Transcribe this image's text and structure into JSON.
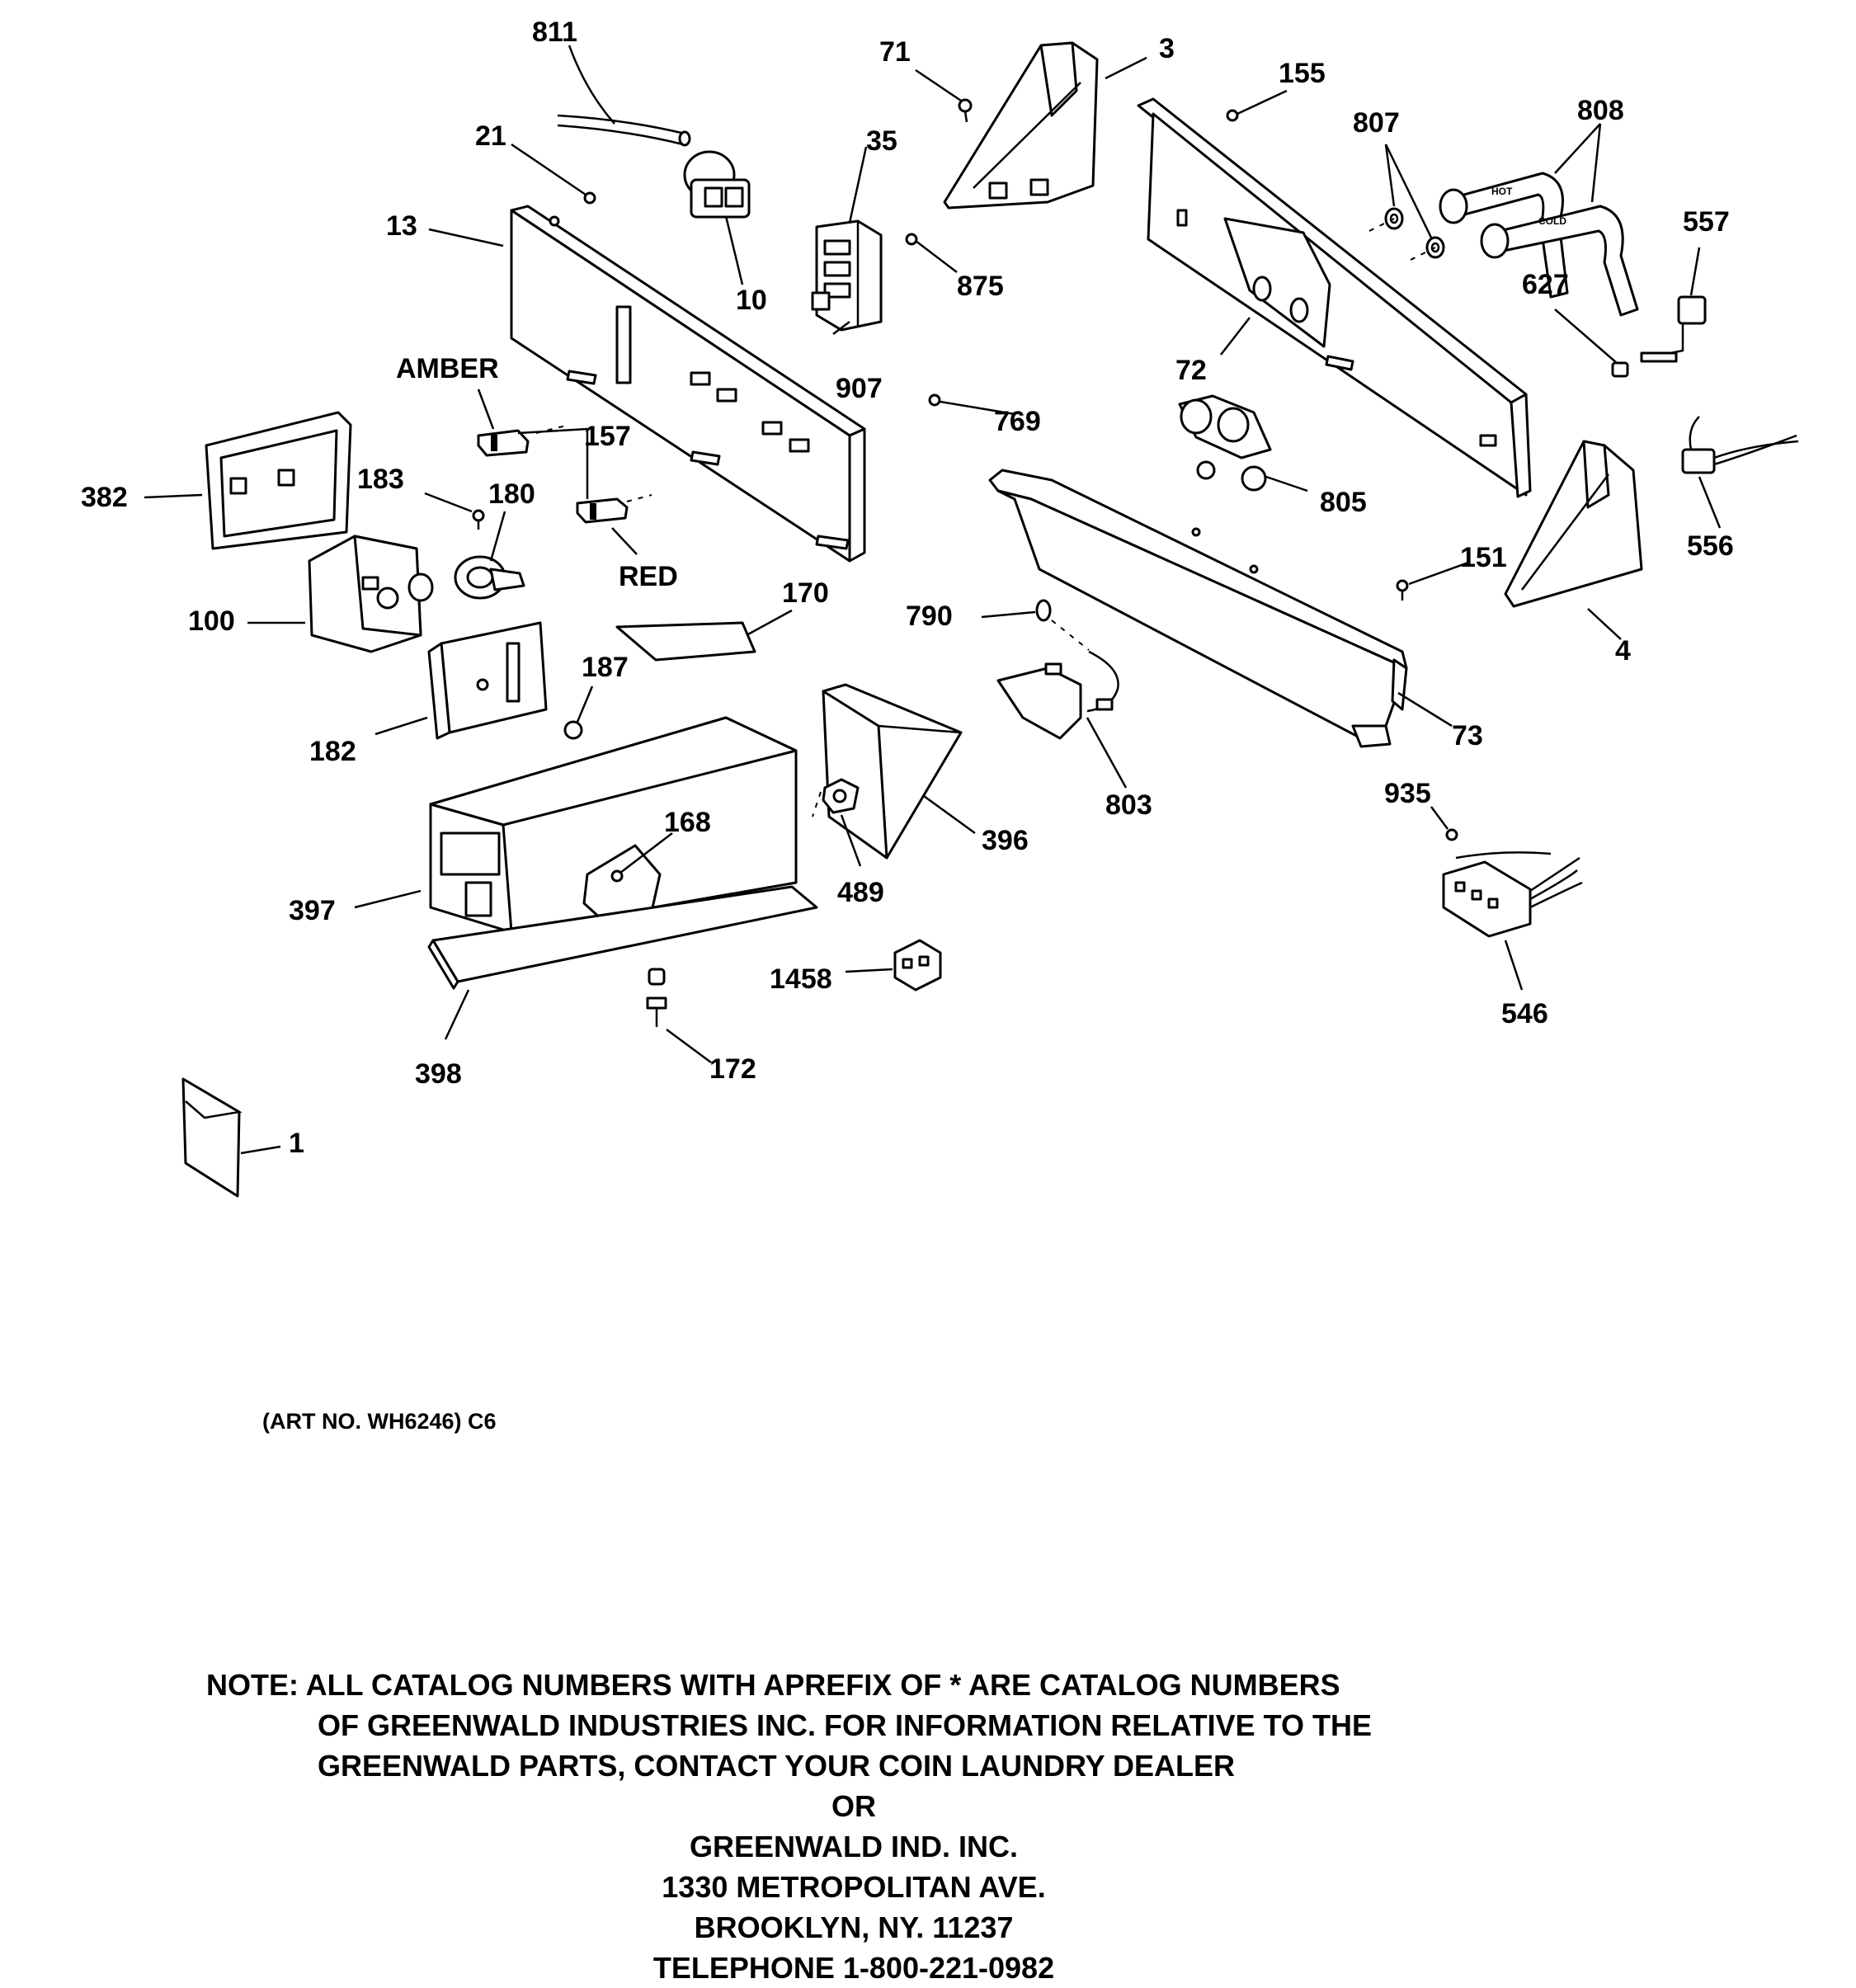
{
  "labels": {
    "p811": "811",
    "p21": "21",
    "p13": "13",
    "p10": "10",
    "p35": "35",
    "p875": "875",
    "p907": "907",
    "p71": "71",
    "p3": "3",
    "p155": "155",
    "p807": "807",
    "p808": "808",
    "p557": "557",
    "p627": "627",
    "p72": "72",
    "p769": "769",
    "pAmber": "AMBER",
    "p157": "157",
    "p382": "382",
    "p183": "183",
    "p180": "180",
    "pRed": "RED",
    "p100": "100",
    "p170": "170",
    "p805": "805",
    "p151": "151",
    "p556": "556",
    "p4": "4",
    "p790": "790",
    "p187": "187",
    "p182": "182",
    "p168": "168",
    "p396": "396",
    "p803": "803",
    "p73": "73",
    "p935": "935",
    "p397": "397",
    "p489": "489",
    "p1458": "1458",
    "p546": "546",
    "p398": "398",
    "p172": "172",
    "p1": "1",
    "hot": "HOT",
    "cold": "COLD"
  },
  "art_no": "(ART NO. WH6246) C6",
  "note": {
    "line1": "NOTE: ALL CATALOG NUMBERS WITH APREFIX OF * ARE CATALOG NUMBERS",
    "line2": "OF GREENWALD INDUSTRIES INC. FOR INFORMATION RELATIVE TO THE",
    "line3": "GREENWALD PARTS, CONTACT YOUR COIN LAUNDRY DEALER",
    "or": "OR",
    "company": "GREENWALD IND. INC.",
    "street": "1330 METROPOLITAN AVE.",
    "city": "BROOKLYN, NY. 11237",
    "phone": "TELEPHONE 1-800-221-0982"
  }
}
